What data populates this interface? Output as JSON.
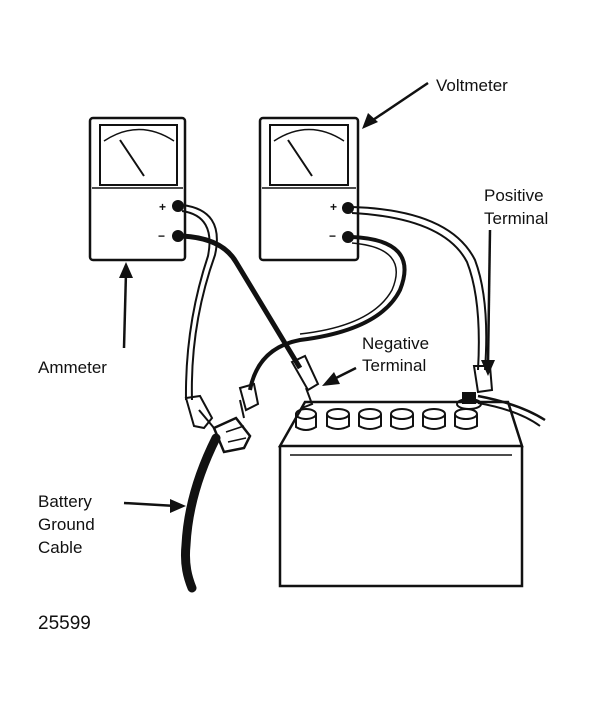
{
  "labels": {
    "voltmeter": "Voltmeter",
    "positive_terminal_l1": "Positive",
    "positive_terminal_l2": "Terminal",
    "negative_terminal_l1": "Negative",
    "negative_terminal_l2": "Terminal",
    "ammeter": "Ammeter",
    "ground_cable_l1": "Battery",
    "ground_cable_l2": "Ground",
    "ground_cable_l3": "Cable"
  },
  "meter_signs": {
    "plus": "+",
    "minus": "−"
  },
  "figure_number": "25599",
  "colors": {
    "ink": "#111111",
    "paper": "#ffffff"
  }
}
